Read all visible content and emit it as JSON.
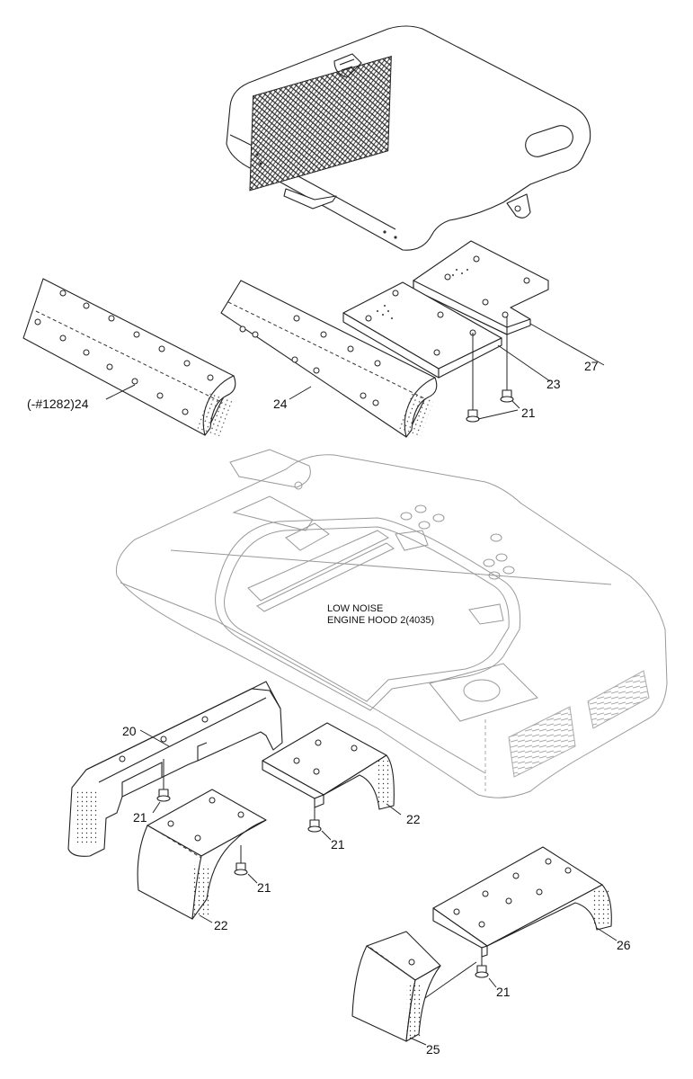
{
  "diagram": {
    "hood_label_line1": "LOW NOISE",
    "hood_label_line2": "ENGINE HOOD 2(4035)",
    "parts": [
      {
        "id": "p27",
        "text": "27"
      },
      {
        "id": "p23",
        "text": "23"
      },
      {
        "id": "p21a",
        "text": "21"
      },
      {
        "id": "p24a",
        "text": "(-#1282)24"
      },
      {
        "id": "p24b",
        "text": "24"
      },
      {
        "id": "p20",
        "text": "20"
      },
      {
        "id": "p21b",
        "text": "21"
      },
      {
        "id": "p21c",
        "text": "21"
      },
      {
        "id": "p22a",
        "text": "22"
      },
      {
        "id": "p21d",
        "text": "21"
      },
      {
        "id": "p22b",
        "text": "22"
      },
      {
        "id": "p26",
        "text": "26"
      },
      {
        "id": "p21e",
        "text": "21"
      },
      {
        "id": "p25",
        "text": "25"
      }
    ]
  }
}
